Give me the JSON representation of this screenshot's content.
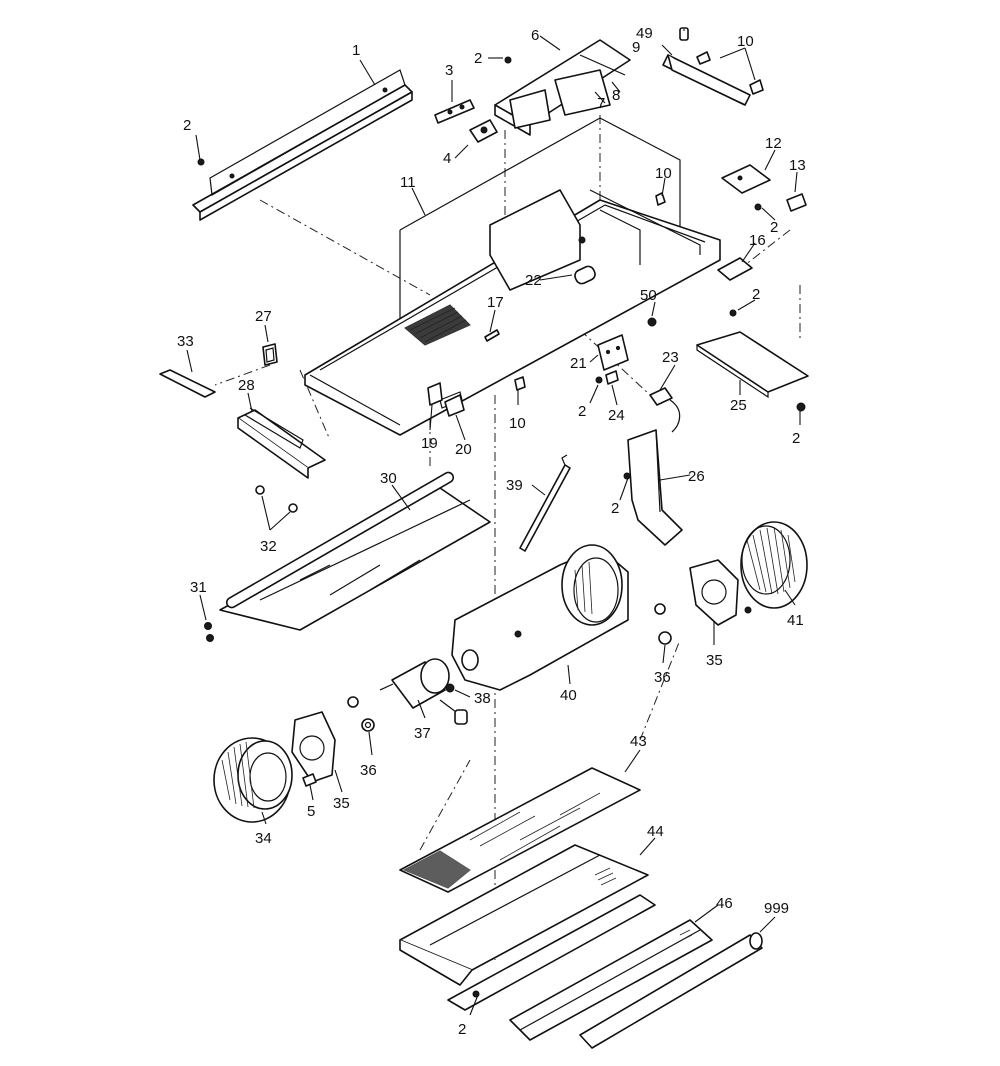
{
  "callouts": {
    "p1": "1",
    "p2": "2",
    "p3": "3",
    "p4": "4",
    "p5": "5",
    "p6": "6",
    "p7": "7",
    "p8": "8",
    "p9": "9",
    "p10": "10",
    "p11": "11",
    "p12": "12",
    "p13": "13",
    "p16": "16",
    "p17": "17",
    "p19": "19",
    "p20": "20",
    "p21": "21",
    "p22": "22",
    "p23": "23",
    "p24": "24",
    "p25": "25",
    "p26": "26",
    "p27": "27",
    "p28": "28",
    "p30": "30",
    "p31": "31",
    "p32": "32",
    "p33": "33",
    "p34": "34",
    "p35": "35",
    "p36": "36",
    "p37": "37",
    "p38": "38",
    "p39": "39",
    "p40": "40",
    "p41": "41",
    "p43": "43",
    "p44": "44",
    "p46": "46",
    "p49": "49",
    "p50": "50",
    "p999": "999"
  }
}
